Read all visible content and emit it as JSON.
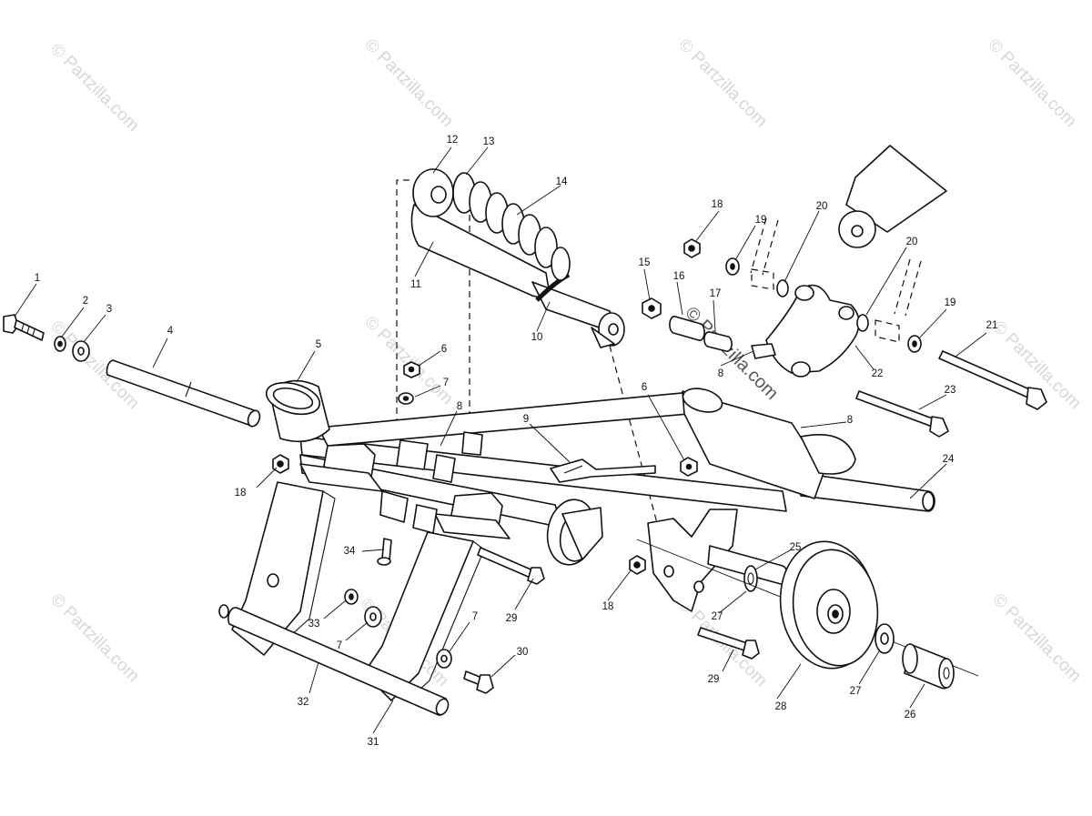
{
  "watermark": "© Partzilla.com",
  "callouts": {
    "c1": "1",
    "c2": "2",
    "c3": "3",
    "c4": "4",
    "c5": "5",
    "c6a": "6",
    "c6b": "6",
    "c7a": "7",
    "c7b": "7",
    "c7c": "7",
    "c8a": "8",
    "c8b": "8",
    "c8c": "8",
    "c9": "9",
    "c10": "10",
    "c11": "11",
    "c12": "12",
    "c13": "13",
    "c14": "14",
    "c15": "15",
    "c16": "16",
    "c17": "17",
    "c18a": "18",
    "c18b": "18",
    "c18c": "18",
    "c19a": "19",
    "c19b": "19",
    "c20a": "20",
    "c20b": "20",
    "c21": "21",
    "c22": "22",
    "c23": "23",
    "c24": "24",
    "c25": "25",
    "c26": "26",
    "c27a": "27",
    "c27b": "27",
    "c28": "28",
    "c29a": "29",
    "c29b": "29",
    "c30": "30",
    "c31": "31",
    "c32": "32",
    "c33": "33",
    "c34": "34"
  }
}
